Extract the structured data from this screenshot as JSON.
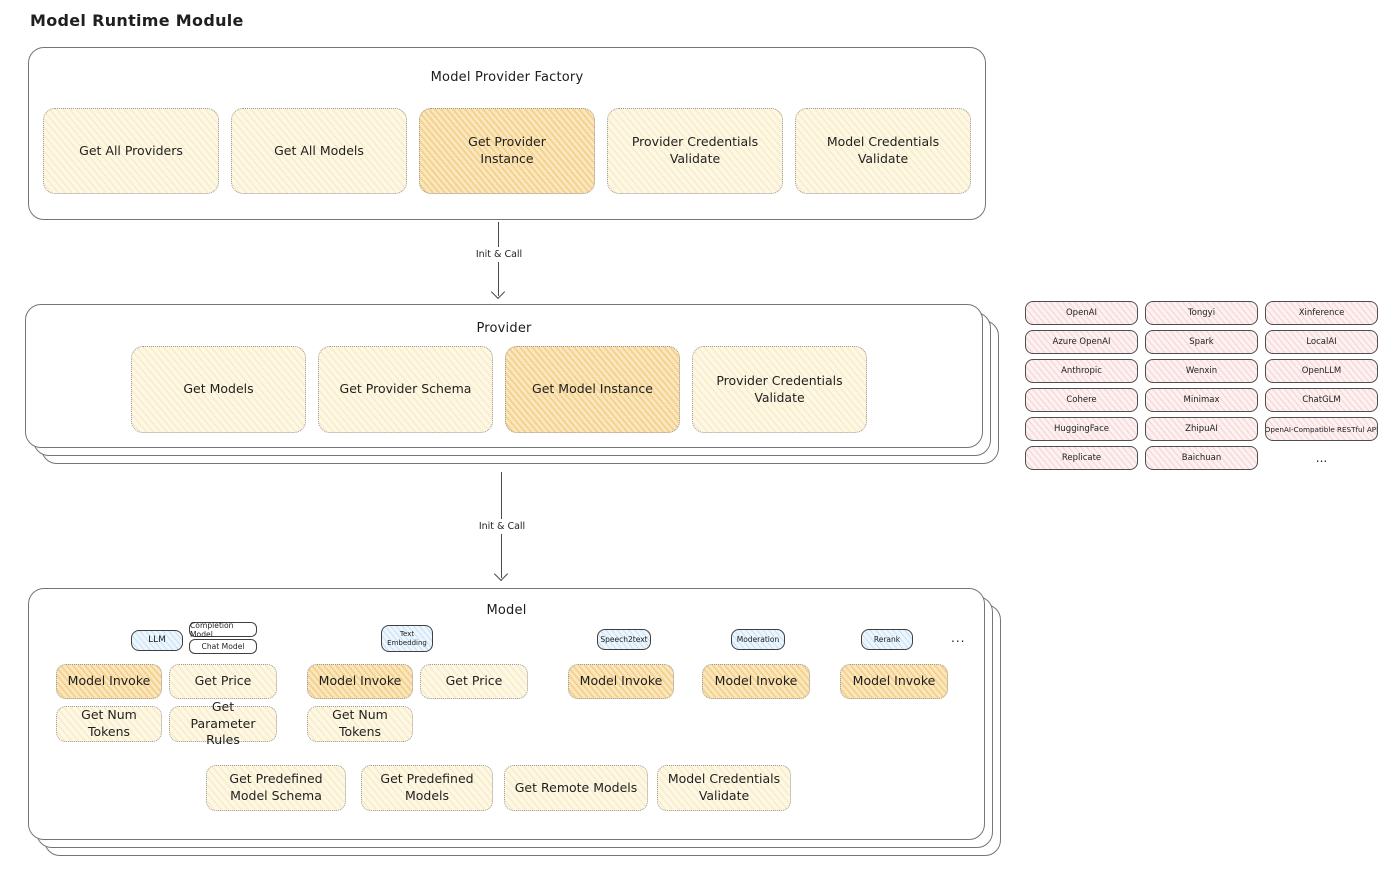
{
  "title": "Model Runtime Module",
  "arrows": {
    "init_call_1": "Init & Call",
    "init_call_2": "Init & Call"
  },
  "factory": {
    "title": "Model Provider Factory",
    "methods": [
      {
        "label": "Get All Providers",
        "highlight": false
      },
      {
        "label": "Get All Models",
        "highlight": false
      },
      {
        "label": "Get Provider Instance",
        "highlight": true
      },
      {
        "label": "Provider Credentials Validate",
        "highlight": false
      },
      {
        "label": "Model Credentials Validate",
        "highlight": false
      }
    ]
  },
  "provider": {
    "title": "Provider",
    "methods": [
      {
        "label": "Get Models",
        "highlight": false
      },
      {
        "label": "Get Provider Schema",
        "highlight": false
      },
      {
        "label": "Get Model Instance",
        "highlight": true
      },
      {
        "label": "Provider Credentials Validate",
        "highlight": false
      }
    ]
  },
  "providers": {
    "items": [
      "OpenAI",
      "Tongyi",
      "Xinference",
      "Azure OpenAI",
      "Spark",
      "LocalAI",
      "Anthropic",
      "Wenxin",
      "OpenLLM",
      "Cohere",
      "Minimax",
      "ChatGLM",
      "HuggingFace",
      "ZhipuAI",
      "OpenAI-Compatible RESTful API",
      "Replicate",
      "Baichuan"
    ],
    "more": "..."
  },
  "model": {
    "title": "Model",
    "tabs": {
      "llm": "LLM",
      "completion_model": "Completion Model",
      "chat_model": "Chat Model",
      "text_embedding": "Text Embedding",
      "speech2text": "Speech2text",
      "moderation": "Moderation",
      "rerank": "Rerank",
      "more": "..."
    },
    "llm_methods": {
      "invoke": "Model Invoke",
      "get_price": "Get Price",
      "get_num_tokens": "Get Num Tokens",
      "get_parameter_rules": "Get Parameter Rules"
    },
    "embedding_methods": {
      "invoke": "Model Invoke",
      "get_price": "Get Price",
      "get_num_tokens": "Get Num Tokens"
    },
    "speech2text_methods": {
      "invoke": "Model Invoke"
    },
    "moderation_methods": {
      "invoke": "Model Invoke"
    },
    "rerank_methods": {
      "invoke": "Model Invoke"
    },
    "common_methods": [
      "Get Predefined Model Schema",
      "Get Predefined Models",
      "Get Remote Models",
      "Model Credentials Validate"
    ]
  }
}
